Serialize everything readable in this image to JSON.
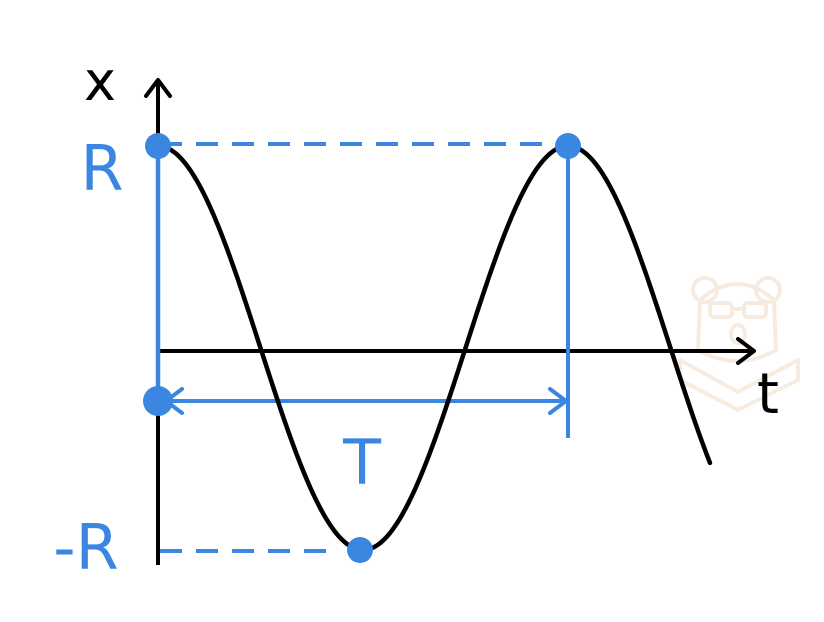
{
  "labels": {
    "y_axis": "x",
    "x_axis": "t",
    "amplitude_pos": "R",
    "amplitude_neg": "-R",
    "period": "T"
  },
  "colors": {
    "accent": "#3b86e0",
    "curve": "#000000",
    "axis": "#000000",
    "watermark": "#f2dcc8"
  },
  "icons": {
    "watermark": "bear-with-glasses-icon"
  }
}
